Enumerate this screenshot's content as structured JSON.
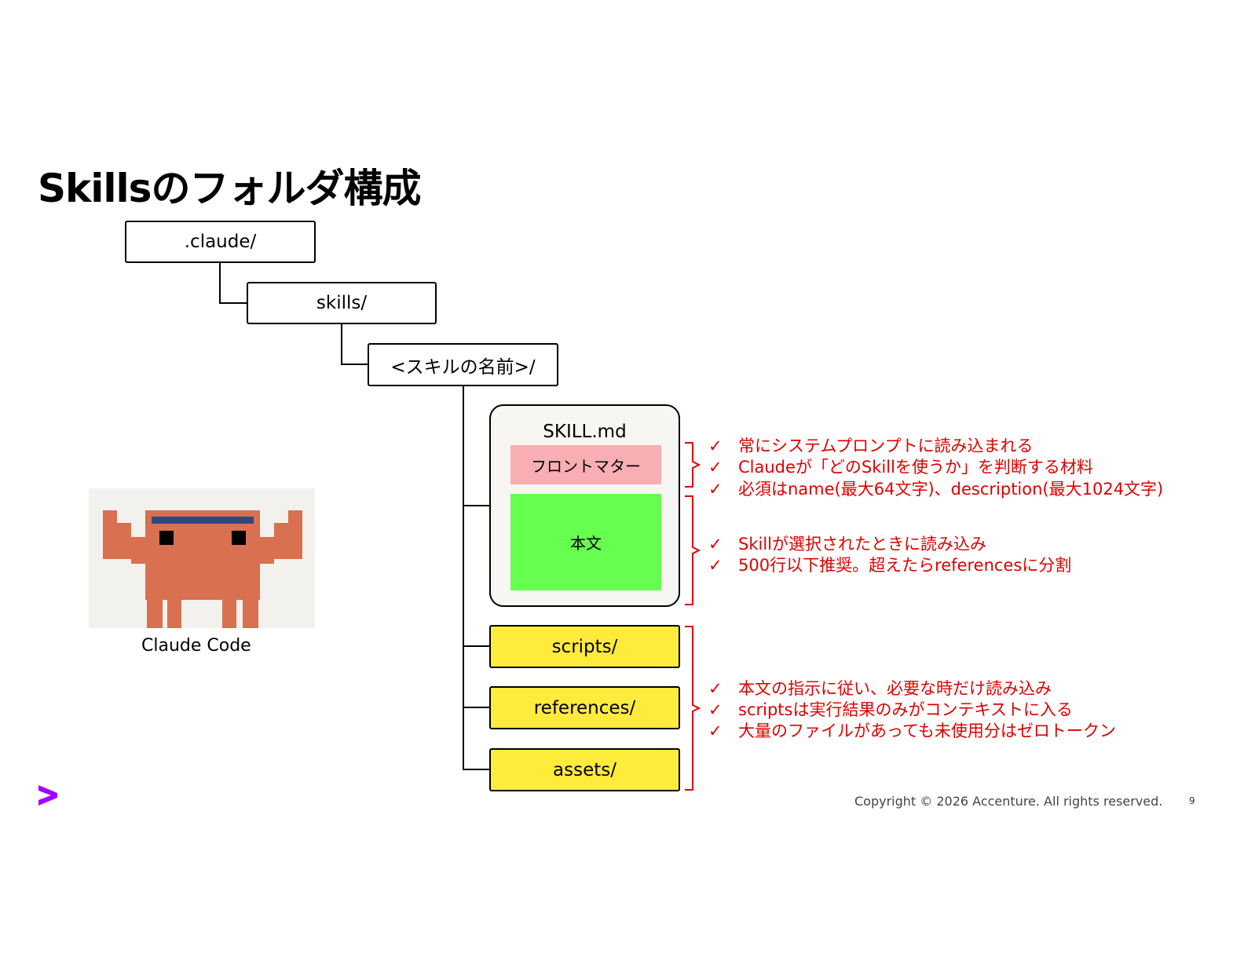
{
  "title": "Skillsのフォルダ構成",
  "folders": {
    "claude": ".claude/",
    "skills": "skills/",
    "skill_name": "<スキルの名前>/",
    "skill_md": "SKILL.md",
    "frontmatter": "フロントマター",
    "body": "本文",
    "scripts": "scripts/",
    "references": "references/",
    "assets": "assets/"
  },
  "notes": {
    "frontmatter": [
      "常にシステムプロンプトに読み込まれる",
      "Claudeが「どのSkillを使うか」を判断する材料",
      "必須はname(最大64文字)、description(最大1024文字)"
    ],
    "body": [
      "Skillが選択されたときに読み込み",
      "500行以下推奨。超えたらreferencesに分割"
    ],
    "resources": [
      "本文の指示に従い、必要な時だけ読み込み",
      "scriptsは実行結果のみがコンテキストに入る",
      "大量のファイルがあっても未使用分はゼロトークン"
    ]
  },
  "check_mark": "✓",
  "mascot_caption": "Claude Code",
  "copyright": "Copyright © 2026 Accenture. All rights reserved.",
  "page_number": "9",
  "colors": {
    "note_red": "#e00000",
    "frontmatter_pink": "#f8aeb3",
    "body_green": "#66ff4f",
    "folder_yellow": "#ffeb3b",
    "mascot_orange": "#d9704f",
    "accenture_purple": "#a100ff"
  }
}
